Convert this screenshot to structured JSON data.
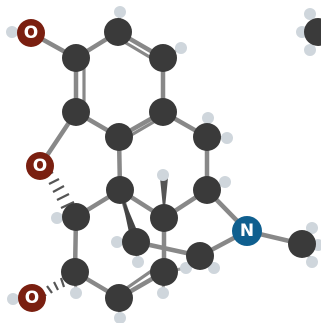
{
  "molecule": {
    "colors": {
      "carbon": "#3a3a3a",
      "hydrogen": "#cfd6dc",
      "oxygen": "#7a1f10",
      "nitrogen": "#0f5f8f",
      "bond": "#888888"
    },
    "labels": {
      "oxygen_top": "O",
      "oxygen_ether": "O",
      "oxygen_bottom": "O",
      "nitrogen": "N"
    }
  }
}
